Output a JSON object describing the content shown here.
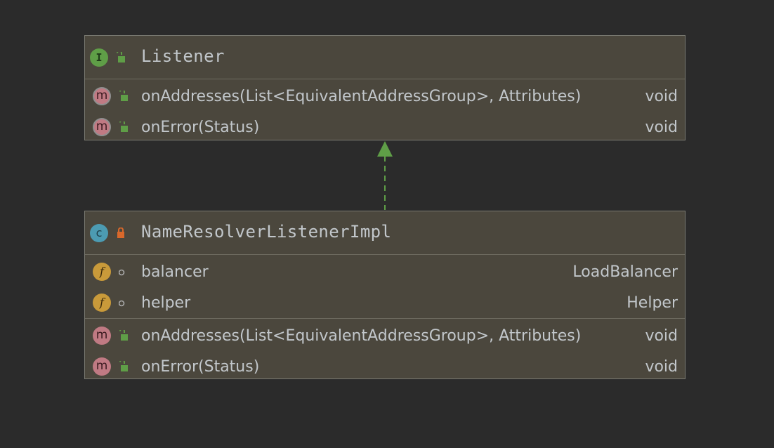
{
  "diagram": {
    "interface": {
      "name": "Listener",
      "kind_icon": "interface-icon",
      "kind_letter": "I",
      "visibility": "public",
      "methods": [
        {
          "name": "onAddresses(List<EquivalentAddressGroup>, Attributes)",
          "type": "void",
          "visibility": "public",
          "abstract": true
        },
        {
          "name": "onError(Status)",
          "type": "void",
          "visibility": "public",
          "abstract": true
        }
      ]
    },
    "impl": {
      "name": "NameResolverListenerImpl",
      "kind_icon": "class-icon",
      "kind_letter": "c",
      "visibility": "private",
      "fields": [
        {
          "name": "balancer",
          "type": "LoadBalancer",
          "visibility": "package-private"
        },
        {
          "name": "helper",
          "type": "Helper",
          "visibility": "package-private"
        }
      ],
      "methods": [
        {
          "name": "onAddresses(List<EquivalentAddressGroup>, Attributes)",
          "type": "void",
          "visibility": "public",
          "abstract": false
        },
        {
          "name": "onError(Status)",
          "type": "void",
          "visibility": "public",
          "abstract": false
        }
      ]
    },
    "relation": {
      "type": "implements",
      "line_style": "dashed"
    },
    "method_letter": "m",
    "field_letter": "f",
    "colors": {
      "background": "#2b2b2b",
      "box_fill": "#4b473d",
      "box_border": "#7a7a72",
      "text": "#c2c7cb",
      "interface_icon": "#5f9e47",
      "class_icon": "#4c9bb2",
      "method_icon": "#c07a83",
      "field_icon": "#c99a3a",
      "public_lock": "#5f9e47",
      "private_lock": "#d9682b",
      "arrow": "#5f9e47"
    }
  }
}
